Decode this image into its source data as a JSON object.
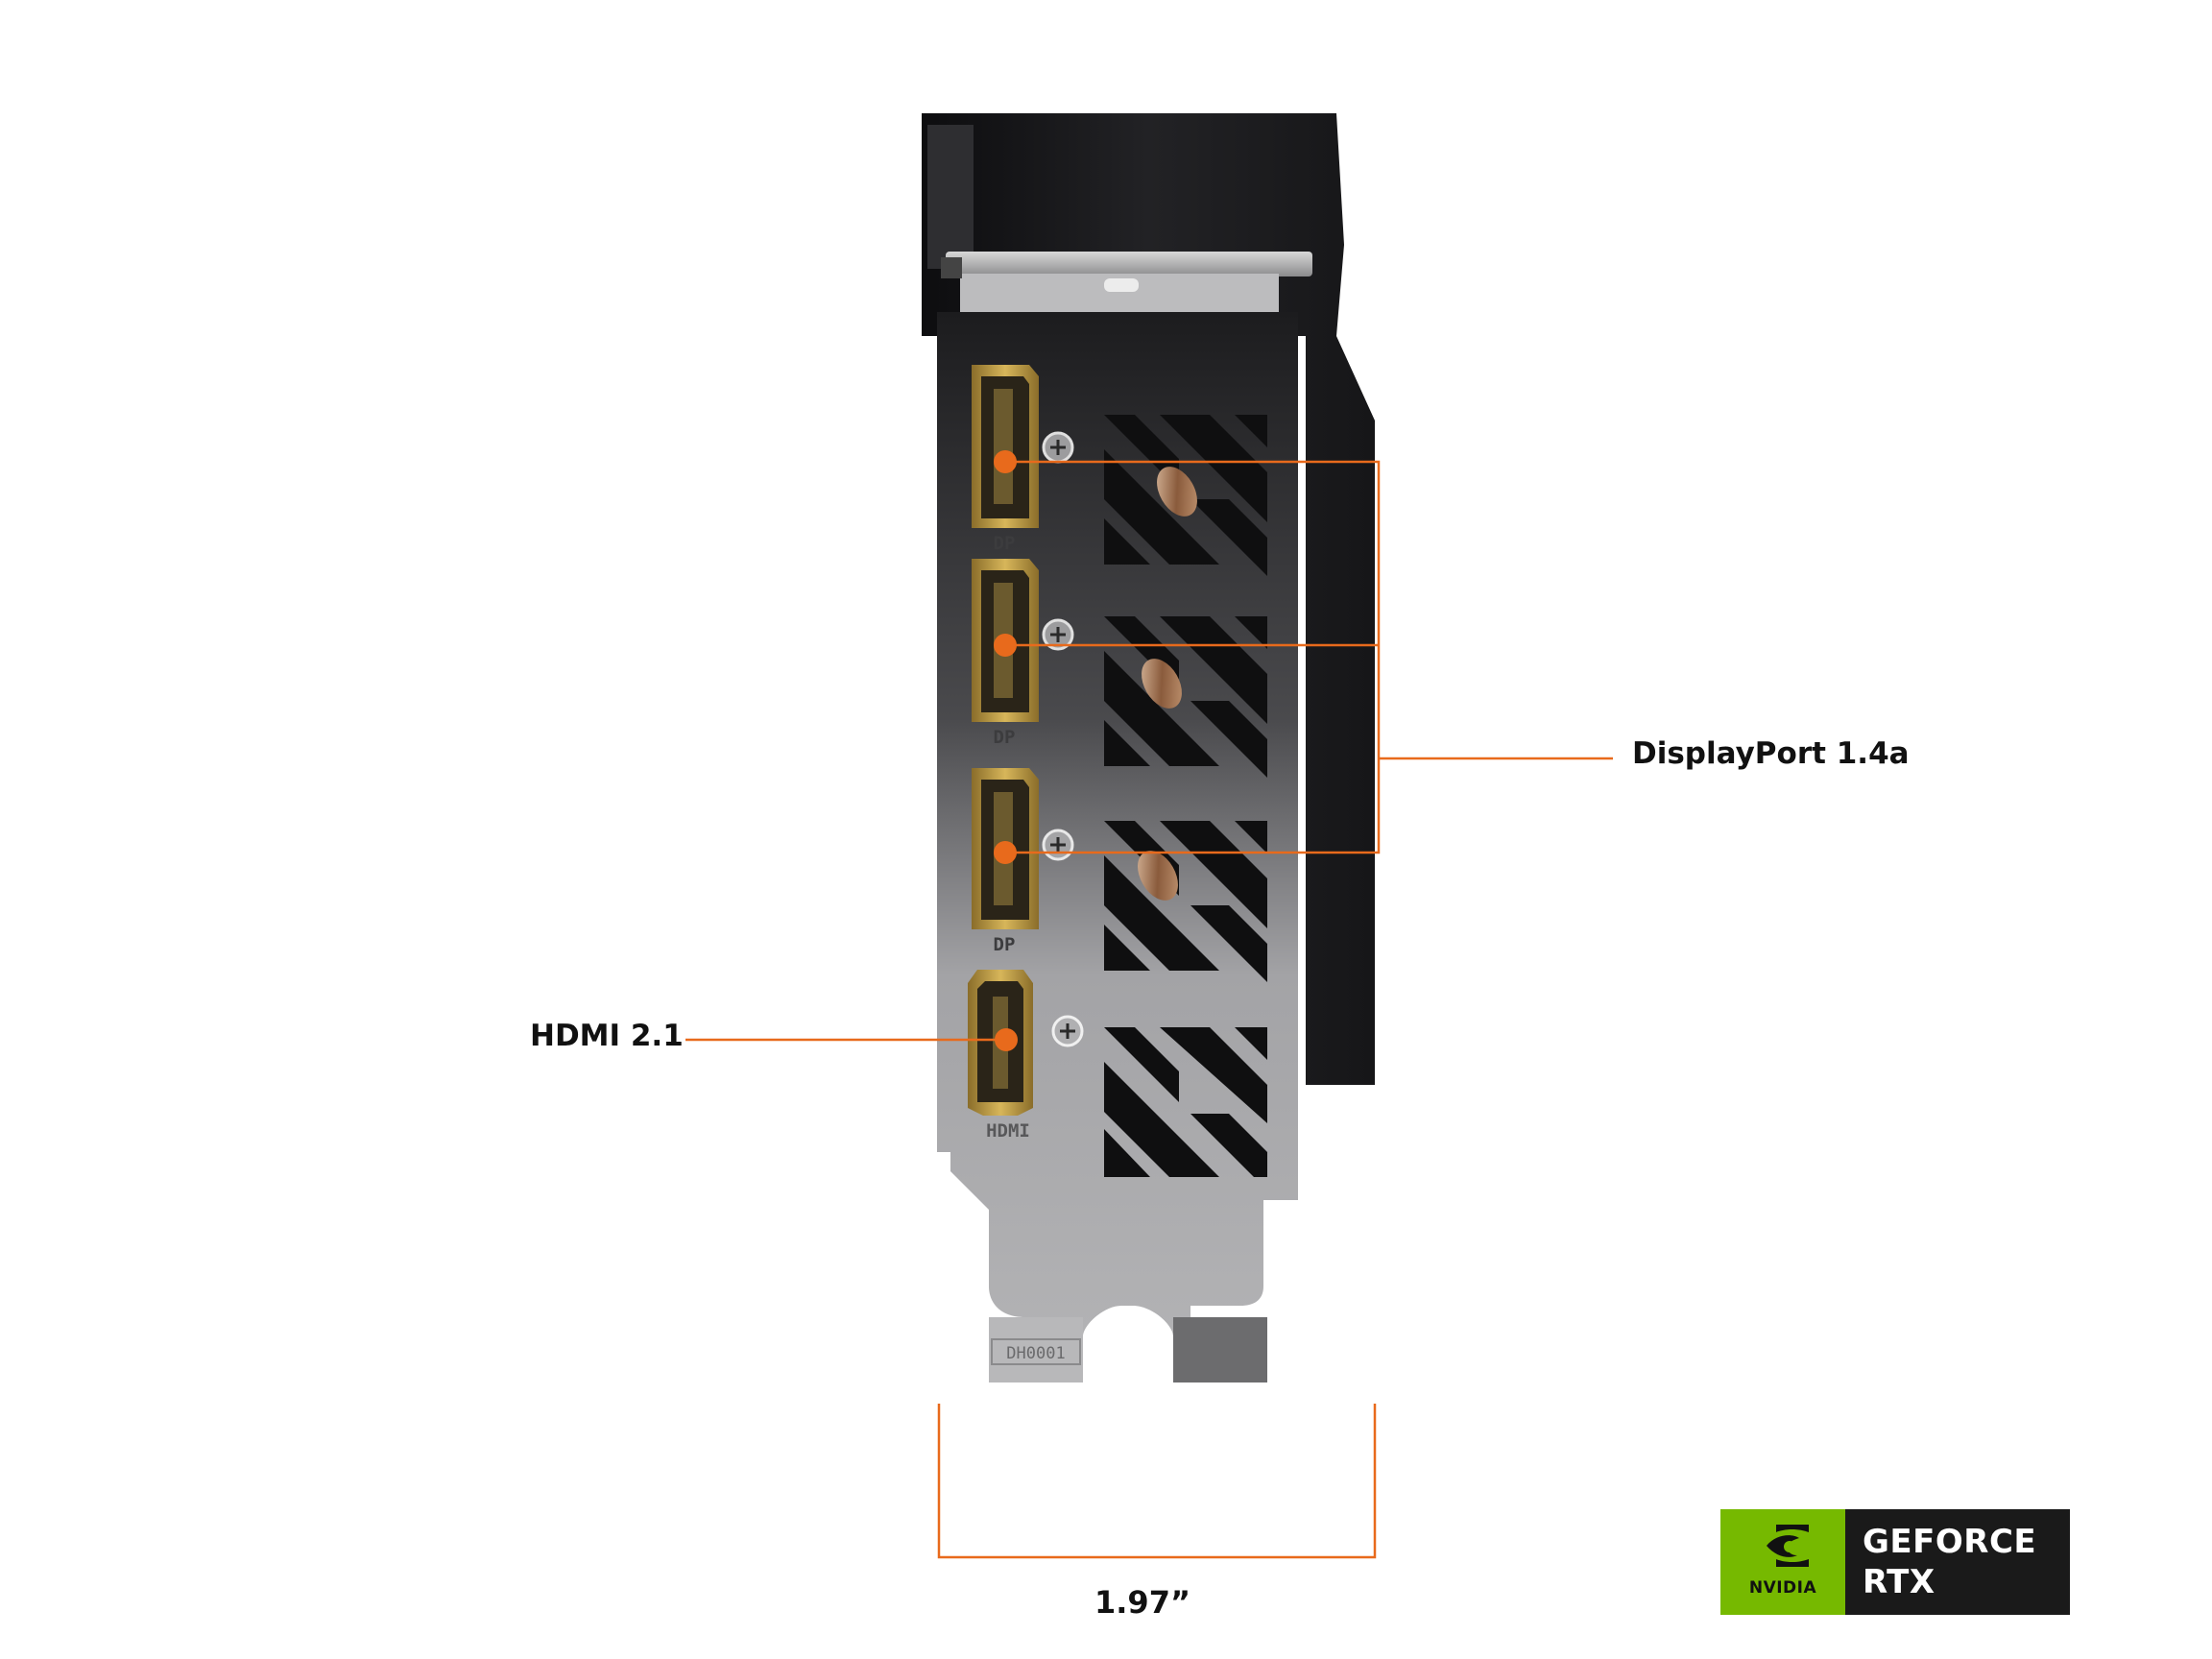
{
  "callouts": {
    "displayport": "DisplayPort 1.4a",
    "hdmi": "HDMI 2.1",
    "bracket_width": "1.97”"
  },
  "port_markings": {
    "dp": "DP",
    "hdmi": "HDMI",
    "bracket_code": "DH0001"
  },
  "badge": {
    "brand": "NVIDIA",
    "line1": "GEFORCE",
    "line2": "RTX"
  },
  "colors": {
    "accent_orange": "#e86a1c",
    "nvidia_green": "#76b900",
    "badge_dark": "#1a1a1a",
    "shroud": "#1c1c1e",
    "bracket_metal": "#a9a9ab",
    "port_gold": "#c9a84a"
  },
  "icons": [
    "screw-icon",
    "nvidia-eye-icon"
  ]
}
